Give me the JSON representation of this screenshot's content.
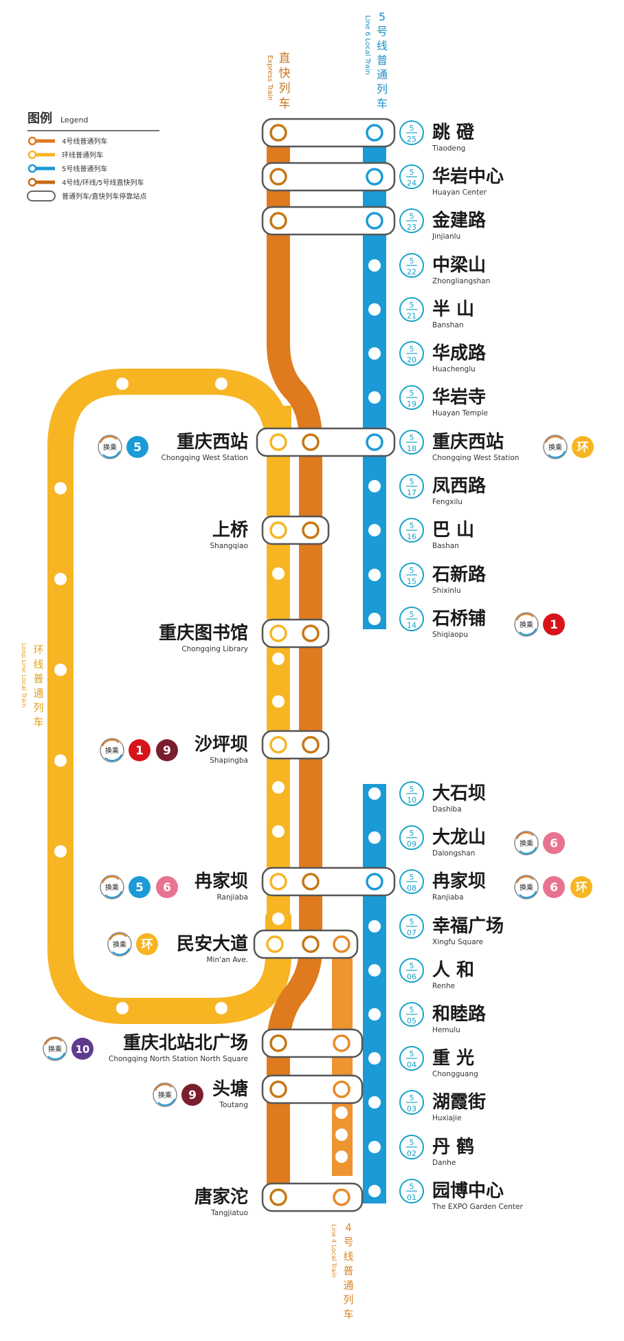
{
  "colors": {
    "line4": "#E07A1E",
    "loop": "#F7B523",
    "line5": "#1B9AD6",
    "express": "#E07A1E",
    "line1": "#D7141A",
    "line9": "#7A1E2E",
    "line6": "#E8738F",
    "line10": "#5E3A8C",
    "loop_badge": "#F7B523",
    "stop_border": "#5a5a5a",
    "text": "#1a1a1a"
  },
  "legend": {
    "title": "图例",
    "title_en": "Legend",
    "items": [
      {
        "label": "4号线普通列车",
        "kind": "line4"
      },
      {
        "label": "环线普通列车",
        "kind": "loop"
      },
      {
        "label": "5号线普通列车",
        "kind": "line5"
      },
      {
        "label": "4号线/环线/5号线直快列车",
        "kind": "express"
      },
      {
        "label": "普通列车/直快列车停靠站点",
        "kind": "stop"
      }
    ]
  },
  "line_labels": {
    "express_cn": "直快列车",
    "express_en": "Express Train",
    "line5_cn": "5号线普通列车",
    "line5_en": "Line 6 Local Train",
    "loop_cn": "环线普通列车",
    "loop_en": "Loop Line Local Train",
    "line4_cn": "4号线普通列车",
    "line4_en": "Line 4 Local Train"
  },
  "transfer_word": "换乘",
  "loop_char": "环",
  "right_stations": [
    {
      "num": "25",
      "cn": "跳 磴",
      "en": "Tiaodeng"
    },
    {
      "num": "24",
      "cn": "华岩中心",
      "en": "Huayan Center"
    },
    {
      "num": "23",
      "cn": "金建路",
      "en": "Jinjianlu"
    },
    {
      "num": "22",
      "cn": "中梁山",
      "en": "Zhongliangshan"
    },
    {
      "num": "21",
      "cn": "半 山",
      "en": "Banshan"
    },
    {
      "num": "20",
      "cn": "华成路",
      "en": "Huachenglu"
    },
    {
      "num": "19",
      "cn": "华岩寺",
      "en": "Huayan Temple"
    },
    {
      "num": "18",
      "cn": "重庆西站",
      "en": "Chongqing West Station"
    },
    {
      "num": "17",
      "cn": "凤西路",
      "en": "Fengxilu"
    },
    {
      "num": "16",
      "cn": "巴 山",
      "en": "Bashan"
    },
    {
      "num": "15",
      "cn": "石新路",
      "en": "Shixinlu"
    },
    {
      "num": "14",
      "cn": "石桥铺",
      "en": "Shiqiaopu"
    },
    {
      "num": "10",
      "cn": "大石坝",
      "en": "Dashiba"
    },
    {
      "num": "09",
      "cn": "大龙山",
      "en": "Dalongshan"
    },
    {
      "num": "08",
      "cn": "冉家坝",
      "en": "Ranjiaba"
    },
    {
      "num": "07",
      "cn": "幸福广场",
      "en": "Xingfu Square"
    },
    {
      "num": "06",
      "cn": "人 和",
      "en": "Renhe"
    },
    {
      "num": "05",
      "cn": "和睦路",
      "en": "Hemulu"
    },
    {
      "num": "04",
      "cn": "重 光",
      "en": "Chongguang"
    },
    {
      "num": "03",
      "cn": "湖霞街",
      "en": "Huxiajie"
    },
    {
      "num": "02",
      "cn": "丹 鹤",
      "en": "Danhe"
    },
    {
      "num": "01",
      "cn": "园博中心",
      "en": "The EXPO Garden Center"
    }
  ],
  "left_stations": [
    {
      "cn": "重庆西站",
      "en": "Chongqing West Station"
    },
    {
      "cn": "上桥",
      "en": "Shangqiao"
    },
    {
      "cn": "重庆图书馆",
      "en": "Chongqing Library"
    },
    {
      "cn": "沙坪坝",
      "en": "Shapingba"
    },
    {
      "cn": "冉家坝",
      "en": "Ranjiaba"
    },
    {
      "cn": "民安大道",
      "en": "Min'an Ave."
    },
    {
      "cn": "重庆北站北广场",
      "en": "Chongqing North Station North Square"
    },
    {
      "cn": "头塘",
      "en": "Toutang"
    },
    {
      "cn": "唐家沱",
      "en": "Tangjiatuo"
    }
  ],
  "transfer_badges": {
    "cq_west_left": [
      "5"
    ],
    "cq_west_right": [
      "环"
    ],
    "shiqiaopu": [
      "1"
    ],
    "shapingba": [
      "1",
      "9"
    ],
    "dalongshan": [
      "6"
    ],
    "ranjiaba_left": [
      "5",
      "6"
    ],
    "ranjiaba_right": [
      "6",
      "环"
    ],
    "minan": [
      "环"
    ],
    "cq_north": [
      "10"
    ],
    "toutang": [
      "9"
    ]
  }
}
